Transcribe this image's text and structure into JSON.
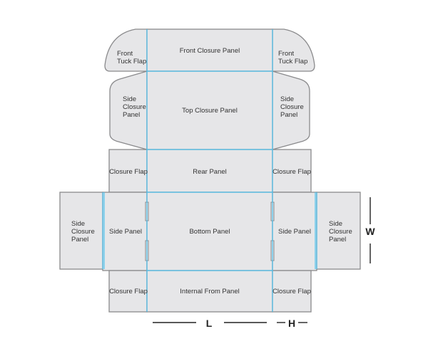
{
  "diagram": {
    "title": "Mailer box dieline",
    "panels": {
      "front_closure": "Front Closure Panel",
      "front_tuck_left": [
        "Front",
        "Tuck Flap"
      ],
      "front_tuck_right": [
        "Front",
        "Tuck Flap"
      ],
      "top_closure": "Top Closure Panel",
      "side_closure_top_left": [
        "Side",
        "Closure",
        "Panel"
      ],
      "side_closure_top_right": [
        "Side",
        "Closure",
        "Panel"
      ],
      "rear": "Rear Panel",
      "closure_flap_top_left": "Closure Flap",
      "closure_flap_top_right": "Closure Flap",
      "bottom": "Bottom Panel",
      "side_left": "Side Panel",
      "side_right": "Side Panel",
      "side_closure_left": [
        "Side",
        "Closure",
        "Panel"
      ],
      "side_closure_right": [
        "Side",
        "Closure",
        "Panel"
      ],
      "internal_front": "Internal From Panel",
      "closure_flap_bottom_left": "Closure Flap",
      "closure_flap_bottom_right": "Closure Flap"
    },
    "dimensions": {
      "length": "L",
      "height": "H",
      "width": "W"
    },
    "colors": {
      "panel": "#e6e6e8",
      "cut": "#8a8a8c",
      "fold": "#4fc3f0"
    }
  }
}
